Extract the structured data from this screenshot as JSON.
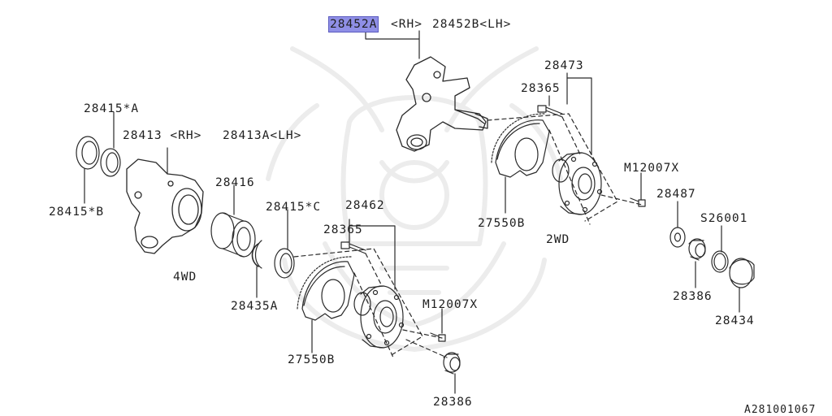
{
  "labels": {
    "p28452a": "28452A",
    "p28452a_side": "<RH>",
    "p28452b": "28452B<LH>",
    "p28473": "28473",
    "p28365_top": "28365",
    "p28415a": "28415*A",
    "p28413": "28413 <RH>",
    "p28413a": "28413A<LH>",
    "p28416": "28416",
    "p28415b": "28415*B",
    "p28415c": "28415*C",
    "p28462": "28462",
    "p28365_bottom": "28365",
    "m12007x_top": "M12007X",
    "p28487": "28487",
    "s26001": "S26001",
    "p27550b_top": "27550B",
    "variant_2wd": "2WD",
    "variant_4wd": "4WD",
    "p28435a": "28435A",
    "m12007x_bottom": "M12007X",
    "p28386_right": "28386",
    "p28434": "28434",
    "p27550b_bottom": "27550B",
    "p28386_bottom": "28386",
    "doc_id": "A281001067"
  },
  "colors": {
    "line": "#2a2a2a",
    "highlight": "#8f8fe6",
    "watermark": "#eeeeee"
  },
  "icons": {
    "watermark": "samurai-helmet-logo"
  }
}
